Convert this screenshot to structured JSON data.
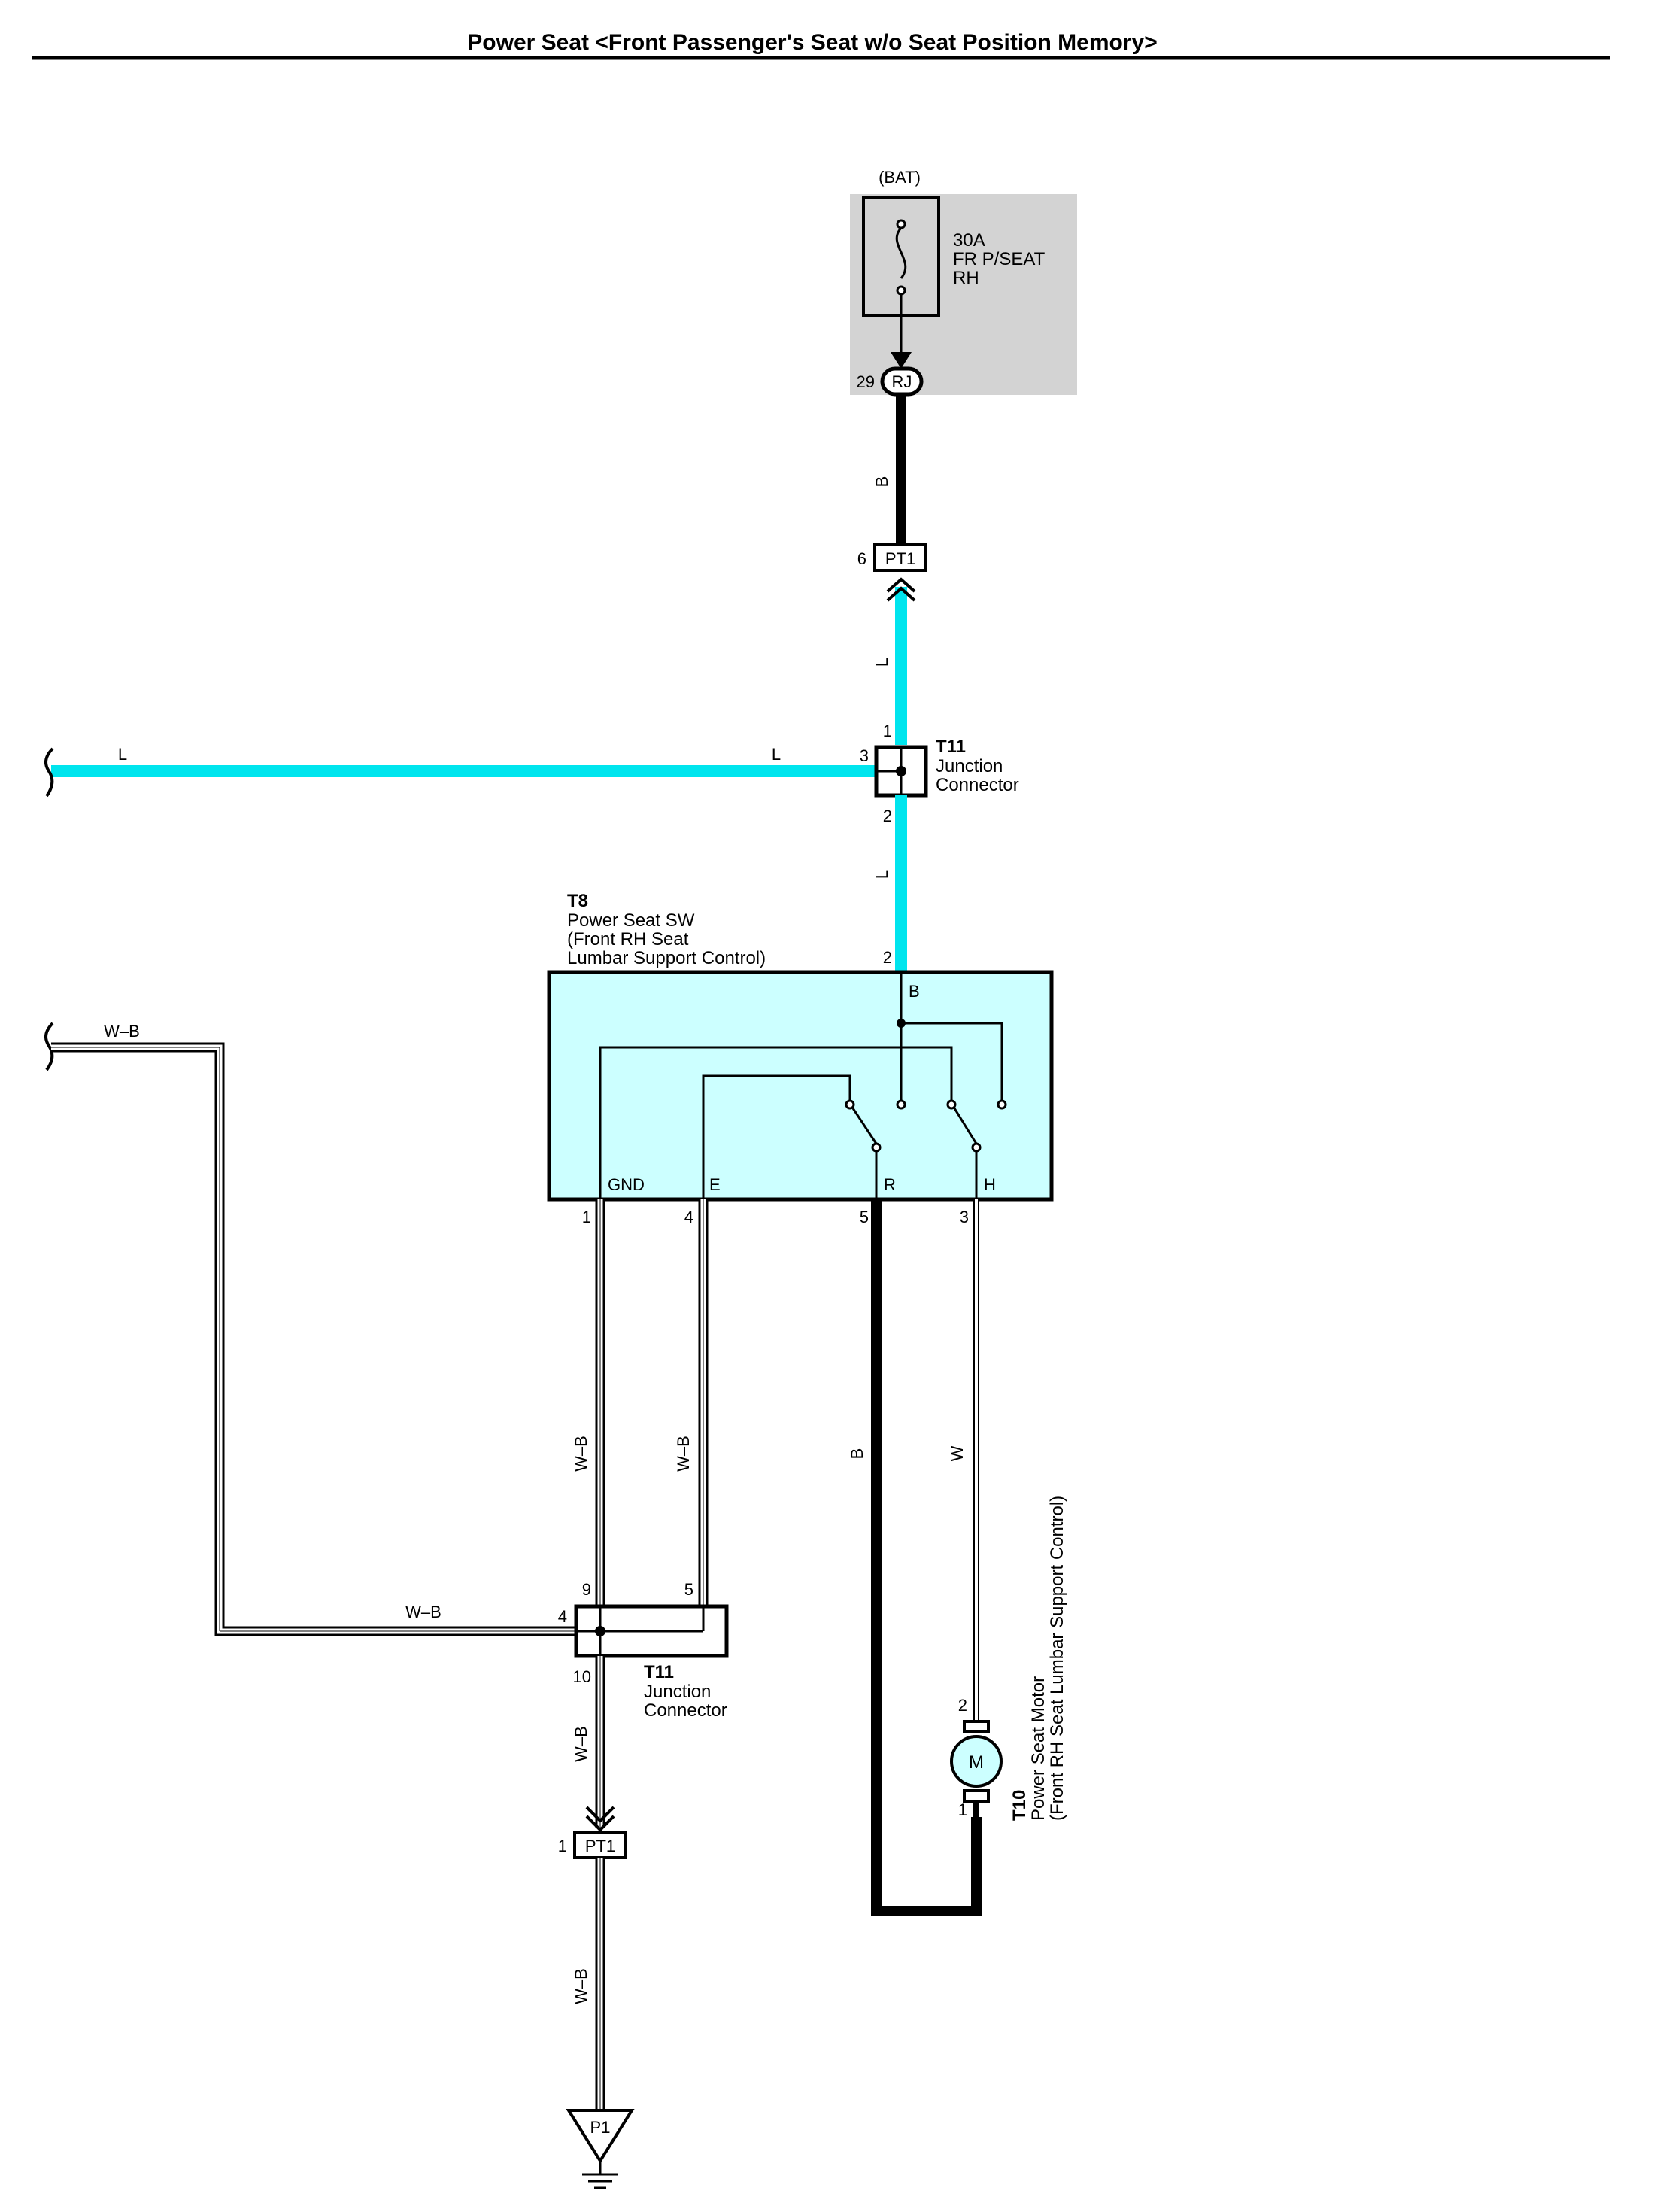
{
  "title": "Power Seat <Front Passenger's Seat w/o Seat Position Memory>",
  "colors": {
    "wire_blue": "#00E5EE",
    "fuse_box": "#D3D3D3",
    "switch_fill": "#CCFFFF",
    "motor_fill": "#CCFFFF",
    "wire_black": "#000000",
    "wire_white_outline": "#000000"
  },
  "fuse": {
    "source_label": "(BAT)",
    "rating": "30A",
    "name_line1": "FR P/SEAT",
    "name_line2": "RH",
    "connector": "RJ",
    "pin": "29"
  },
  "connectors": {
    "pt1_top": {
      "name": "PT1",
      "pin": "6"
    },
    "pt1_bottom": {
      "name": "PT1",
      "pin": "1"
    },
    "ground": {
      "name": "P1"
    }
  },
  "junction_t11_top": {
    "id": "T11",
    "line1": "Junction",
    "line2": "Connector",
    "pin_top": "1",
    "pin_left": "3",
    "pin_bottom": "2"
  },
  "junction_t11_bottom": {
    "id": "T11",
    "line1": "Junction",
    "line2": "Connector",
    "pin_9": "9",
    "pin_5": "5",
    "pin_4": "4",
    "pin_10": "10"
  },
  "switch_t8": {
    "id": "T8",
    "line1": "Power Seat SW",
    "line2": "(Front RH Seat",
    "line3": " Lumbar Support Control)",
    "pin_in": "2",
    "terminal_b": "B",
    "terminals": [
      {
        "label": "GND",
        "pin": "1"
      },
      {
        "label": "E",
        "pin": "4"
      },
      {
        "label": "R",
        "pin": "5"
      },
      {
        "label": "H",
        "pin": "3"
      }
    ]
  },
  "motor_t10": {
    "id": "T10",
    "line1": "Power Seat Motor",
    "line2": "(Front RH Seat Lumbar Support Control)",
    "symbol": "M",
    "pin_top": "2",
    "pin_bottom": "1"
  },
  "wire_colors": {
    "b_top": "B",
    "l_upper": "L",
    "l_left_far": "L",
    "l_left_near": "L",
    "l_lower": "L",
    "wb_left": "W–B",
    "wb_horizontal": "W–B",
    "wb_gnd": "W–B",
    "wb_e": "W–B",
    "b_r": "B",
    "w_h": "W",
    "wb_lower": "W–B",
    "wb_ground": "W–B"
  }
}
